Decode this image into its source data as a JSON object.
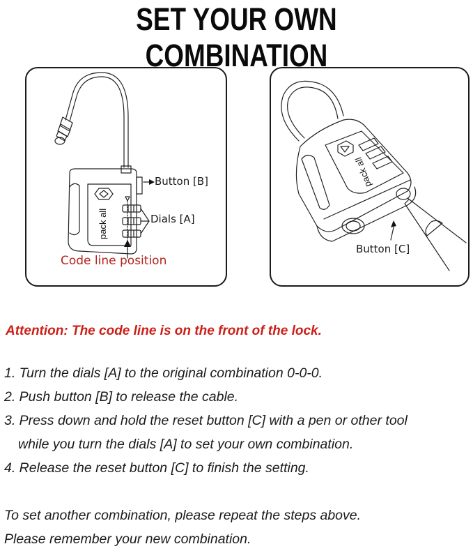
{
  "title": "SET YOUR OWN COMBINATION",
  "colors": {
    "title": "#0a0a0a",
    "attention": "#cc1f17",
    "code_line_label": "#b5231c",
    "panel_border": "#1a1a1a",
    "body_text": "#1a1a1a"
  },
  "panels": {
    "left": {
      "illustration": "lock-front-view",
      "brand_text": "pack all",
      "labels": {
        "button_b": "Button [B]",
        "dials_a": "Dials [A]",
        "code_line": "Code line position"
      }
    },
    "right": {
      "illustration": "lock-bottom-view-with-pen",
      "brand_text": "pack all",
      "labels": {
        "button_c": "Button [C]"
      }
    }
  },
  "attention": "Attention: The code line is on the front of the lock.",
  "steps": [
    {
      "text": "1. Turn the dials [A] to the original combination 0-0-0."
    },
    {
      "text": "2. Push button [B] to release the cable."
    },
    {
      "text": "3. Press down and hold the reset button [C] with a pen or other tool",
      "continuation": "while you turn the dials [A] to set your own combination."
    },
    {
      "text": "4. Release the reset button [C] to finish the setting."
    }
  ],
  "notes": [
    "To set another combination, please repeat the steps above.",
    "Please remember your new combination."
  ]
}
